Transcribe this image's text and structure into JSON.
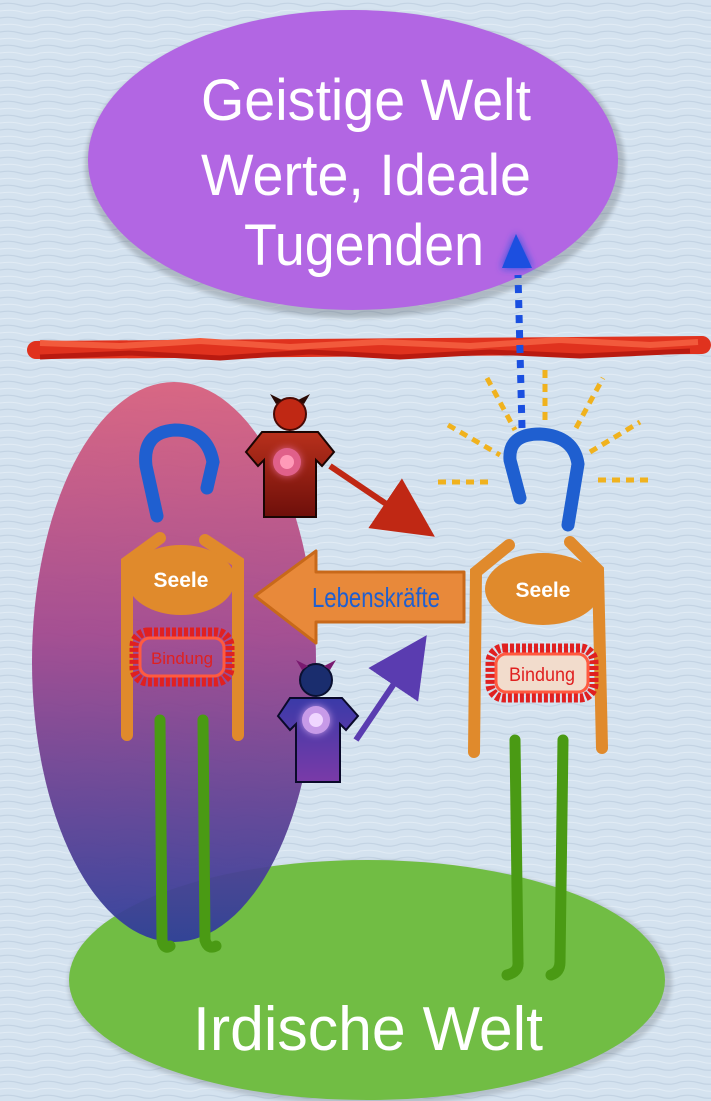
{
  "spiritual_world": {
    "line1": "Geistige Welt",
    "line2": "Werte, Ideale",
    "line3": "Tugenden",
    "color": "#b266e3"
  },
  "earthly_world": {
    "label": "Irdische Welt",
    "color": "#71bd44"
  },
  "left_figure": {
    "soul_label": "Seele",
    "bond_label": "Bindung"
  },
  "right_figure": {
    "soul_label": "Seele",
    "bond_label": "Bindung"
  },
  "life_forces_label": "Lebenskräfte",
  "colors": {
    "head": "#1f5fd0",
    "body": "#e08a2c",
    "legs": "#4a9a14",
    "bond": "#e02020",
    "barrier": "#e0321e",
    "radiance": "#f0b21e",
    "arrow_red": "#c02814",
    "arrow_purple": "#5a3cb0",
    "arrow_blue": "#1a4fe0"
  }
}
